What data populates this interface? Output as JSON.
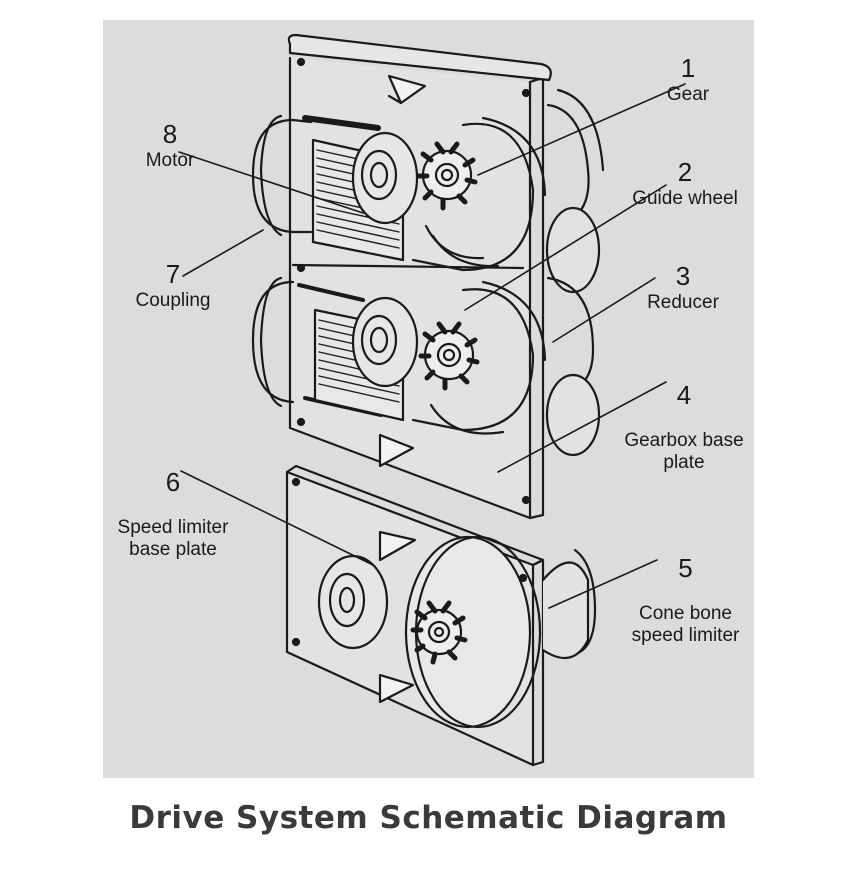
{
  "diagram": {
    "callouts": [
      {
        "number": "1",
        "label": "Gear"
      },
      {
        "number": "2",
        "label": "Guide wheel"
      },
      {
        "number": "3",
        "label": "Reducer"
      },
      {
        "number": "4",
        "label": "Gearbox base\nplate"
      },
      {
        "number": "5",
        "label": "Cone bone\nspeed limiter"
      },
      {
        "number": "6",
        "label": "Speed limiter\nbase plate"
      },
      {
        "number": "7",
        "label": "Coupling"
      },
      {
        "number": "8",
        "label": "Motor"
      }
    ]
  },
  "caption": "Drive System Schematic Diagram",
  "colors": {
    "panel_background": "#dcdcdc",
    "ink": "#1a1a1a",
    "caption": "#3a3a3a"
  }
}
